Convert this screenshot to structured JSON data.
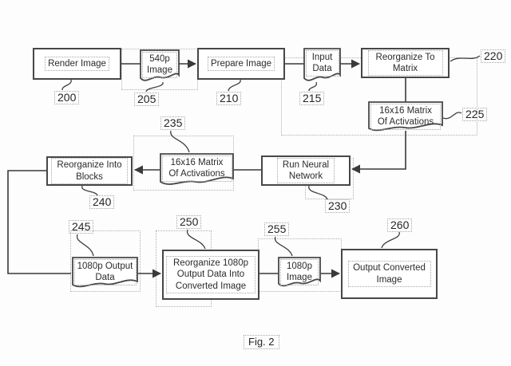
{
  "caption": "Fig. 2",
  "colors": {
    "line": "#3a3a3a",
    "box_border": "#474747",
    "dotted_outline": "#a6a6a6",
    "text": "#262626",
    "node_fill": "#ffffff",
    "background": "#fdfdfd"
  },
  "nodes": {
    "n200": {
      "label": "Render Image",
      "ref": "200",
      "shape": "process"
    },
    "n205": {
      "label": "540p Image",
      "ref": "205",
      "shape": "document"
    },
    "n210": {
      "label": "Prepare Image",
      "ref": "210",
      "shape": "process"
    },
    "n215": {
      "label": "Input Data",
      "ref": "215",
      "shape": "document"
    },
    "n220": {
      "label": "Reorganize To Matrix",
      "ref": "220",
      "shape": "process"
    },
    "n225": {
      "label": "16x16 Matrix Of Activations",
      "ref": "225",
      "shape": "document"
    },
    "n230": {
      "label": "Run Neural Network",
      "ref": "230",
      "shape": "process"
    },
    "n235": {
      "label": "16x16 Matrix Of Activations",
      "ref": "235",
      "shape": "document"
    },
    "n240": {
      "label": "Reorganize Into Blocks",
      "ref": "240",
      "shape": "process"
    },
    "n245": {
      "label": "1080p Output Data",
      "ref": "245",
      "shape": "document"
    },
    "n250": {
      "label": "Reorganize 1080p Output Data Into Converted Image",
      "ref": "250",
      "shape": "process"
    },
    "n255": {
      "label": "1080p Image",
      "ref": "255",
      "shape": "document"
    },
    "n260": {
      "label": "Output Converted Image",
      "ref": "260",
      "shape": "process"
    }
  },
  "edges": [
    {
      "from": "n200",
      "to": "n205",
      "arrow": false
    },
    {
      "from": "n205",
      "to": "n210",
      "arrow": true
    },
    {
      "from": "n210",
      "to": "n215",
      "arrow": false
    },
    {
      "from": "n215",
      "to": "n220",
      "arrow": true
    },
    {
      "from": "n220",
      "to": "n225",
      "arrow": false
    },
    {
      "from": "n225",
      "to": "n230",
      "arrow": true
    },
    {
      "from": "n230",
      "to": "n235",
      "arrow": false
    },
    {
      "from": "n235",
      "to": "n240",
      "arrow": true
    },
    {
      "from": "n240",
      "to": "n245",
      "arrow": false
    },
    {
      "from": "n245",
      "to": "n250",
      "arrow": true
    },
    {
      "from": "n250",
      "to": "n255",
      "arrow": false
    },
    {
      "from": "n255",
      "to": "n260",
      "arrow": true
    }
  ]
}
